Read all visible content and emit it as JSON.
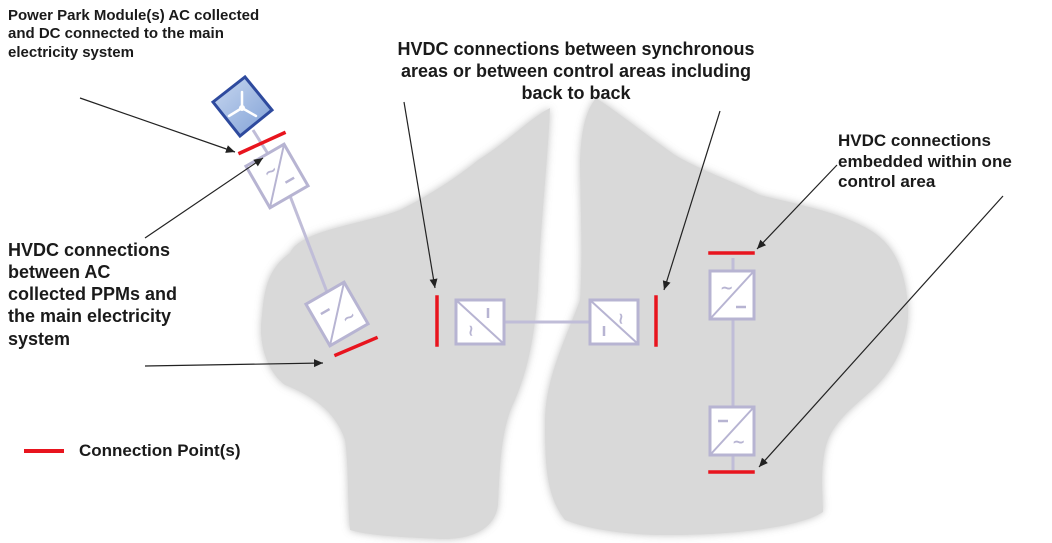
{
  "labels": {
    "ppm": "Power Park Module(s) AC collected\nand DC connected to the main\nelectricity system",
    "sync": "HVDC connections between synchronous\nareas or between control areas including\nback to back",
    "embedded": "HVDC connections\nembedded within one\ncontrol area",
    "ac_collected": "HVDC connections\nbetween AC\ncollected PPMs and\nthe main electricity\nsystem"
  },
  "legend": {
    "label": "Connection Point(s)"
  },
  "colors": {
    "connection_point": "#e8141e",
    "converter": "#b7b4d2",
    "area_fill": "#d9d9d9",
    "turbine_box": "#2e4a9e",
    "arrow": "#222222"
  }
}
